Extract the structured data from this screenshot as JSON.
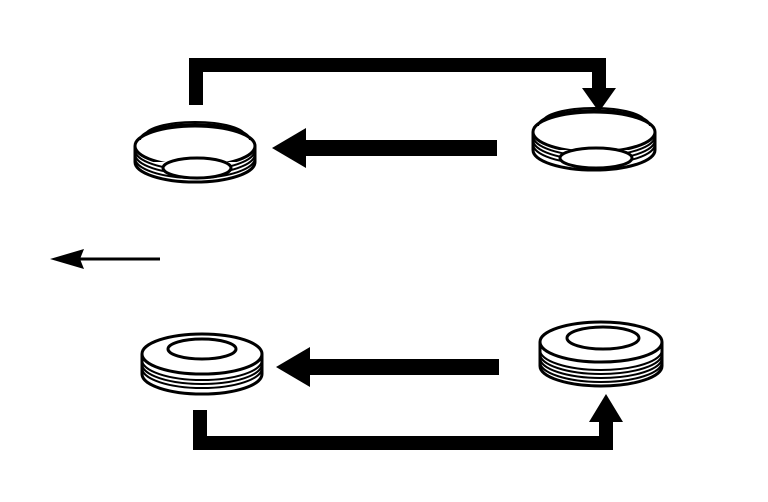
{
  "diagram": {
    "tires": [
      {
        "id": "front-left"
      },
      {
        "id": "front-right"
      },
      {
        "id": "rear-left"
      },
      {
        "id": "rear-right"
      }
    ],
    "arrows": [
      {
        "id": "front-right-to-front-left"
      },
      {
        "id": "rear-right-to-rear-left"
      },
      {
        "id": "front-left-to-front-right-loop"
      },
      {
        "id": "rear-left-to-rear-right-loop"
      },
      {
        "id": "direction-of-travel"
      }
    ],
    "colors": {
      "ink": "#000000",
      "background": "#ffffff"
    }
  }
}
